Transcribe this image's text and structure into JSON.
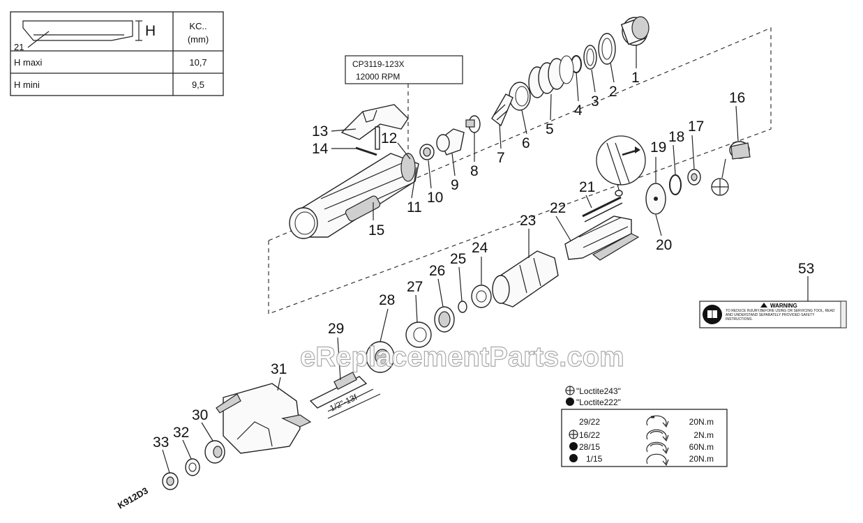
{
  "height_table": {
    "header_ref": "21",
    "header_dim": "H",
    "header_col": "KC..",
    "header_unit": "(mm)",
    "rows": [
      {
        "label": "H maxi",
        "value": "10,7"
      },
      {
        "label": "H mini",
        "value": "9,5"
      }
    ]
  },
  "model_box": {
    "model": "CP3119-123X",
    "speed": "12000 RPM"
  },
  "part_numbers": [
    "1",
    "2",
    "3",
    "4",
    "5",
    "6",
    "7",
    "8",
    "9",
    "10",
    "11",
    "12",
    "13",
    "14",
    "15",
    "16",
    "17",
    "18",
    "19",
    "20",
    "21",
    "22",
    "23",
    "24",
    "25",
    "26",
    "27",
    "28",
    "29",
    "30",
    "31",
    "32",
    "33",
    "53"
  ],
  "thread_label": "1/2\"-13f",
  "diagram_code": "K912D3",
  "warning_label": {
    "title": "WARNING",
    "text": "TO REDUCE INJURY,BEFORE USING OR SERVICING TOOL, READ AND UNDERSTAND SEPARATELY PROVIDED SAFETY INSTRUCTIONS."
  },
  "adhesive_legend": [
    {
      "symbol": "circle-cross",
      "name": "\"Loctite243\""
    },
    {
      "symbol": "filled-circle",
      "name": "\"Loctite222\""
    }
  ],
  "torque_table": [
    {
      "symbol": "",
      "parts": "29/22",
      "torque": "20N.m"
    },
    {
      "symbol": "circle-cross",
      "parts": "16/22",
      "torque": "2N.m"
    },
    {
      "symbol": "filled-circle",
      "parts": "28/15",
      "torque": "60N.m"
    },
    {
      "symbol": "filled-circle",
      "parts": "1/15",
      "torque": "20N.m"
    }
  ],
  "watermark": "eReplacementParts.com"
}
